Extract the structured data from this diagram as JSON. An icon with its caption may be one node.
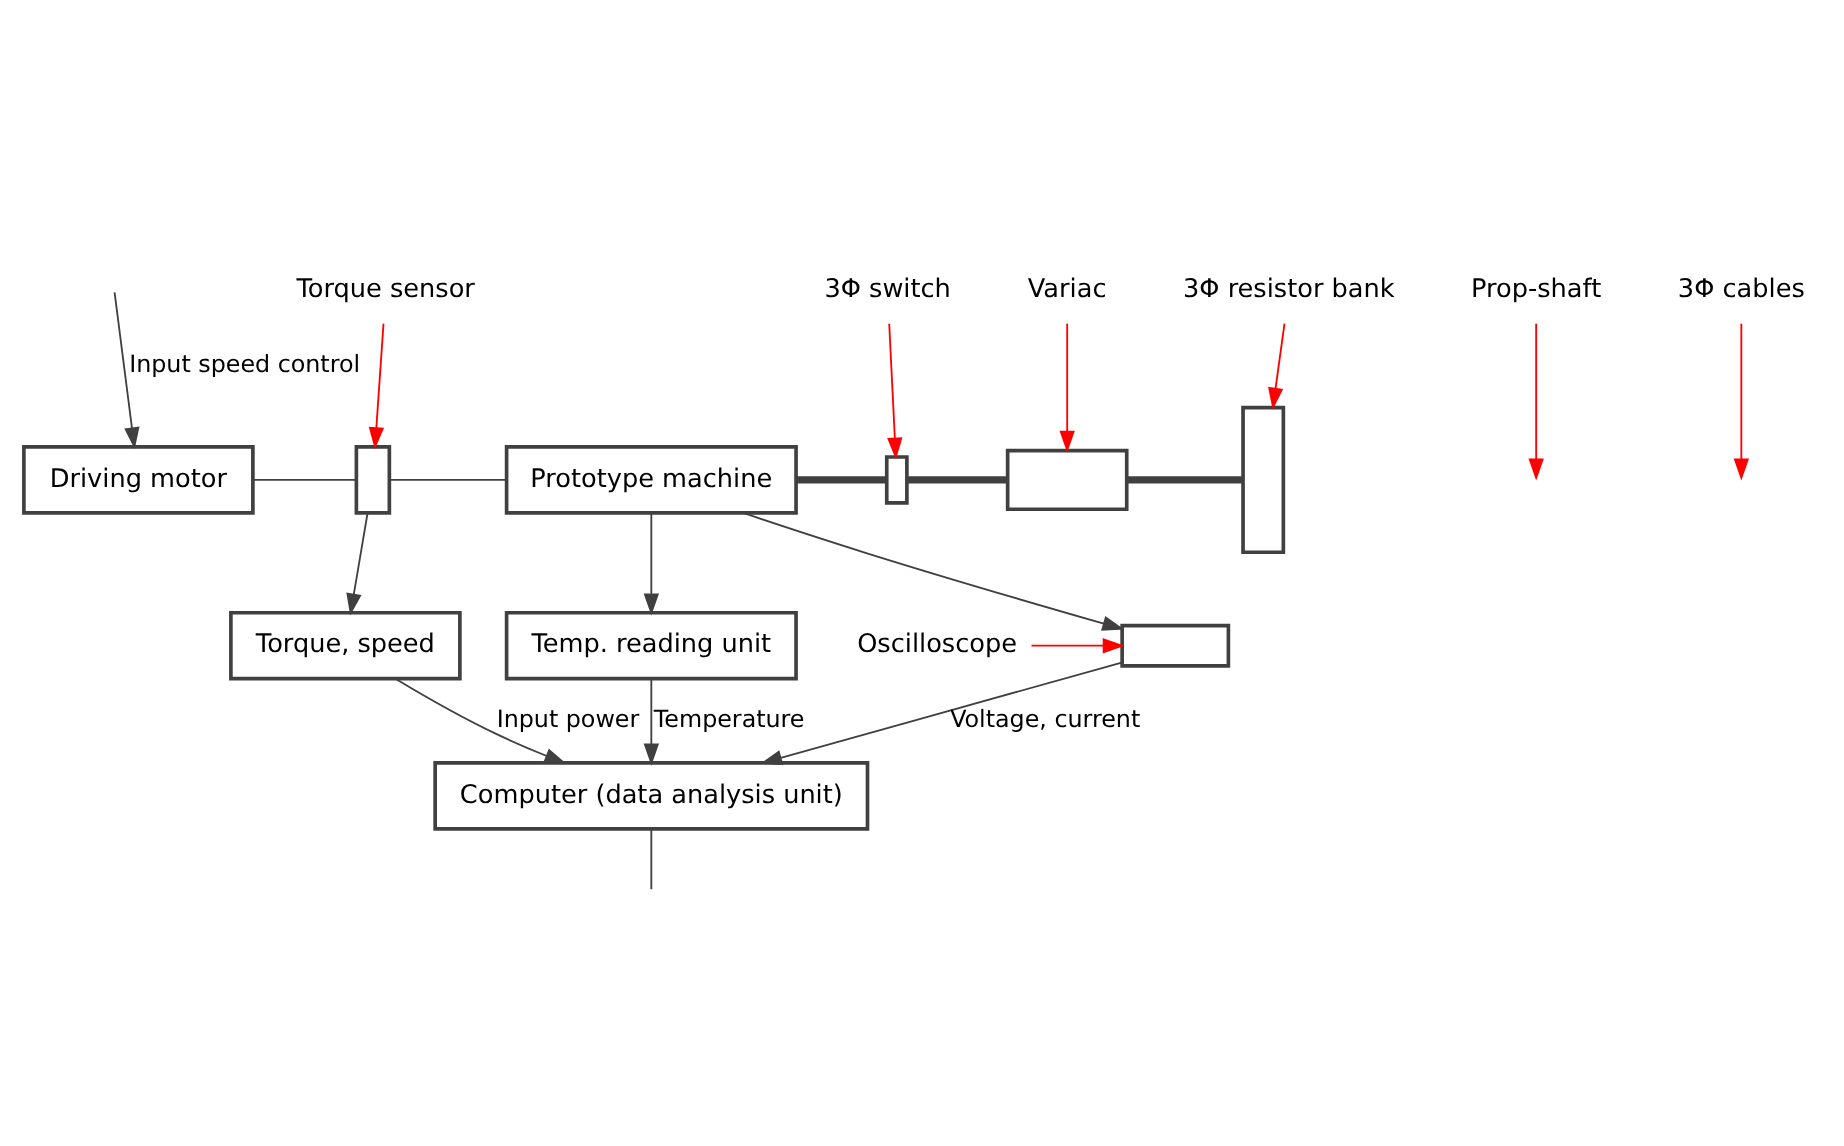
{
  "diagram": {
    "nodes": [
      {
        "text": [
          "Driving motor"
        ]
      },
      {
        "text": [
          "Prop-shaft"
        ]
      },
      {
        "text": [
          "Torque sensor"
        ]
      },
      {
        "text": [],
        "shape": "box"
      },
      {
        "text": [
          "Prototype machine"
        ]
      },
      {
        "text": [
          "3Φ cables"
        ]
      },
      {
        "text": [
          "3Φ switch"
        ]
      },
      {
        "text": [],
        "shape": "box"
      },
      {
        "text": [
          "Variac"
        ]
      },
      {
        "text": [],
        "shape": "box"
      },
      {
        "text": [],
        "shape": "box"
      },
      {
        "text": [
          "3Φ resistor bank"
        ]
      },
      {
        "text": [],
        "shape": "box"
      },
      {
        "text": [
          "Oscilloscope"
        ]
      },
      {
        "text": [
          "Temp. reading unit"
        ]
      },
      {
        "text": [
          "Torque, speed"
        ]
      },
      {
        "text": [
          "Computer (data analysis unit)"
        ]
      }
    ],
    "edges": [
      {
        "from": 0,
        "to": 3,
        "arrow": "none"
      },
      {
        "from": 3,
        "to": 4,
        "arrow": "none"
      },
      {
        "from": 4,
        "to": 7,
        "arrow": "none",
        "style": "thick"
      },
      {
        "from": 7,
        "to": 9,
        "arrow": "none",
        "style": "thick"
      },
      {
        "from": 9,
        "to": 10,
        "arrow": "none",
        "style": "thick"
      },
      {
        "from": 4,
        "to": 12,
        "arrow": "to"
      },
      {
        "from": 1,
        "to": null,
        "arrow": "to",
        "color": "#ff0000"
      },
      {
        "from": 2,
        "to": 3,
        "arrow": "to",
        "color": "#ff0000"
      },
      {
        "from": 5,
        "to": null,
        "arrow": "to",
        "color": "#ff0000"
      },
      {
        "from": 6,
        "to": 7,
        "arrow": "to",
        "color": "#ff0000"
      },
      {
        "from": 8,
        "to": 9,
        "arrow": "to",
        "color": "#ff0000"
      },
      {
        "from": 11,
        "to": 10,
        "arrow": "to",
        "color": "#ff0000"
      },
      {
        "from": 13,
        "to": 12,
        "arrow": "to",
        "color": "#ff0000"
      },
      {
        "from": 3,
        "to": 15,
        "arrow": "to"
      },
      {
        "from": 4,
        "to": 14,
        "arrow": "to"
      },
      {
        "from": 12,
        "to": 16,
        "arrow": "to",
        "label": "Voltage, current"
      },
      {
        "from": 14,
        "to": 16,
        "arrow": "to",
        "label": "Temperature"
      },
      {
        "from": 15,
        "to": 16,
        "arrow": "to",
        "label": "Input power"
      },
      {
        "from": null,
        "to": 0,
        "arrow": "to",
        "label": "Input speed control"
      },
      {
        "from": 16,
        "to": null,
        "arrow": "none"
      }
    ]
  }
}
